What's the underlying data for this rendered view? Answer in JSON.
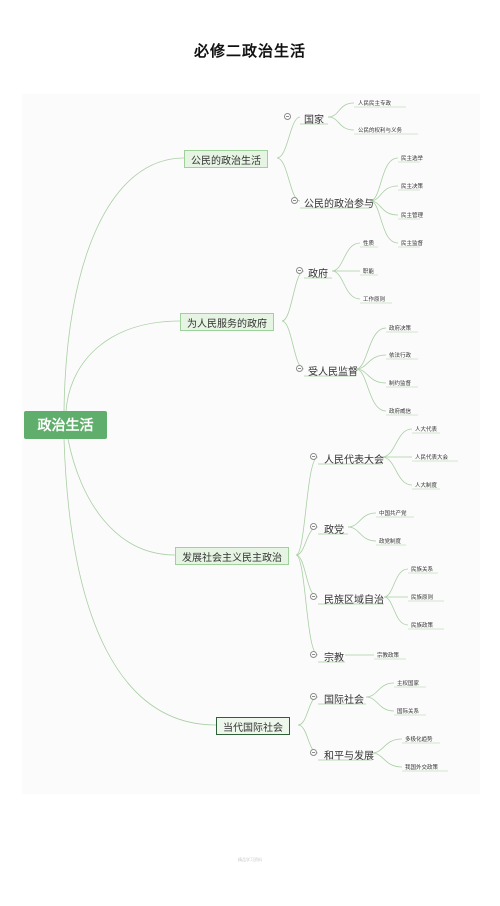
{
  "title": "必修二政治生活",
  "root": "政治生活",
  "branches": [
    {
      "label": "公民的政治生活",
      "children": [
        {
          "label": "国家",
          "leaves": [
            "人民民主专政",
            "公民的权利与义务"
          ]
        },
        {
          "label": "公民的政治参与",
          "leaves": [
            "民主选举",
            "民主决策",
            "民主管理",
            "民主监督"
          ]
        }
      ]
    },
    {
      "label": "为人民服务的政府",
      "children": [
        {
          "label": "政府",
          "leaves": [
            "性质",
            "职能",
            "工作原则"
          ]
        },
        {
          "label": "受人民监督",
          "leaves": [
            "政府决策",
            "依法行政",
            "制约监督",
            "政府威信"
          ]
        }
      ]
    },
    {
      "label": "发展社会主义民主政治",
      "children": [
        {
          "label": "人民代表大会",
          "leaves": [
            "人大代表",
            "人民代表大会",
            "人大制度"
          ]
        },
        {
          "label": "政党",
          "leaves": [
            "中国共产党",
            "政党制度"
          ]
        },
        {
          "label": "民族区域自治",
          "leaves": [
            "民族关系",
            "民族原则",
            "民族政策"
          ]
        },
        {
          "label": "宗教",
          "leaves": [
            "宗教政策"
          ]
        }
      ]
    },
    {
      "label": "当代国际社会",
      "children": [
        {
          "label": "国际社会",
          "leaves": [
            "主权国家",
            "国际关系"
          ]
        },
        {
          "label": "和平与发展",
          "leaves": [
            "多极化趋势",
            "我国外交政策"
          ]
        }
      ]
    }
  ],
  "footer": "精品学习资料",
  "colors": {
    "accent": "#5fae6b",
    "line": "#a9cfa4",
    "node_fill": "#e6f4e3"
  }
}
